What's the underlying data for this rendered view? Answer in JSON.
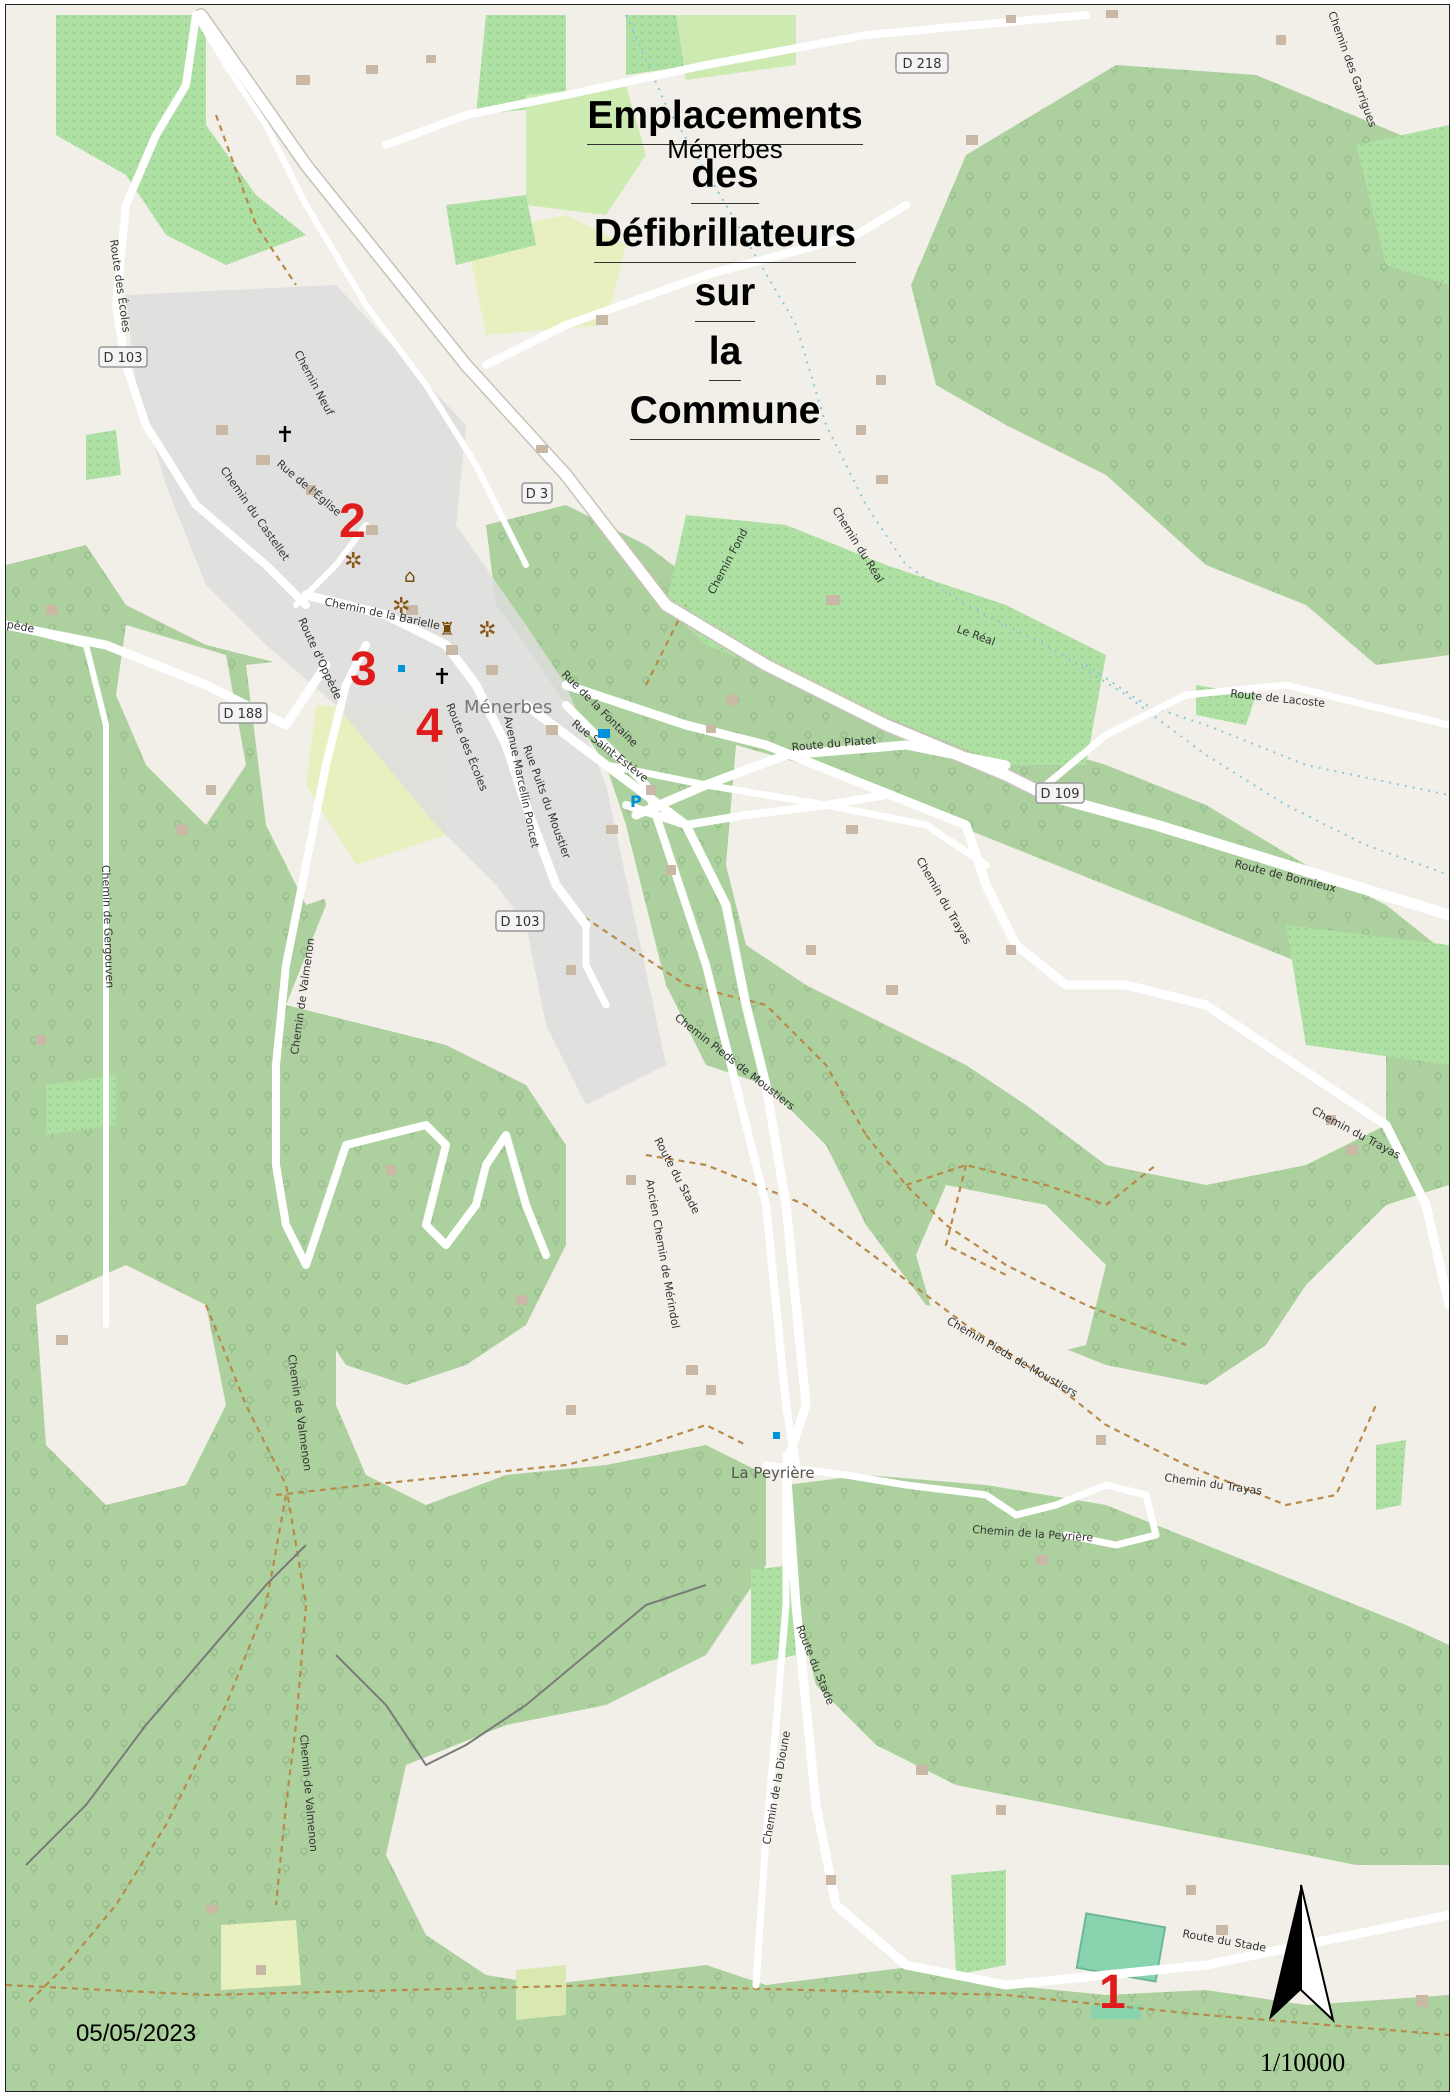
{
  "title": {
    "lines": [
      "Emplacements",
      "des",
      "Défibrillateurs",
      "sur",
      "la",
      "Commune"
    ],
    "subtitle": "Ménerbes"
  },
  "date": "05/05/2023",
  "scale": "1/10000",
  "markers": [
    {
      "id": "1",
      "label": "1"
    },
    {
      "id": "2",
      "label": "2"
    },
    {
      "id": "3",
      "label": "3"
    },
    {
      "id": "4",
      "label": "4"
    }
  ],
  "places": {
    "town": "Ménerbes",
    "hamlet": "La Peyrière"
  },
  "road_shields": {
    "d218": "D 218",
    "d103_nw": "D 103",
    "d3": "D 3",
    "d188": "D 188",
    "d109": "D 109",
    "d103_s": "D 103"
  },
  "road_labels": {
    "route_des_ecoles_nw": "Route des Écoles",
    "chemin_neuf": "Chemin Neuf",
    "rue_de_l_eglise": "Rue de l'Église",
    "chemin_du_castellet": "Chemin du Castellet",
    "chemin_de_la_barielle": "Chemin de la Barielle",
    "route_d_oppede": "Route d'Oppède",
    "oppede_left": "Oppède",
    "route_des_ecoles": "Route des Écoles",
    "avenue_marcellin_poncet": "Avenue Marcellin Poncet",
    "rue_puits_du_moustier": "Rue Puits du Moustier",
    "rue_de_la_fontaine": "Rue de la Fontaine",
    "rue_saint_esteve": "Rue Saint-Estève",
    "route_du_platet": "Route du Platet",
    "route_de_lacoste": "Route de Lacoste",
    "route_de_bonnieux": "Route de Bonnieux",
    "chemin_du_real": "Chemin du Réal",
    "le_real": "Le Réal",
    "chemin_fond": "Chemin Fond",
    "chemin_des_garrigues": "Chemin des Garrigues",
    "chemin_du_trayas_1": "Chemin du Trayas",
    "chemin_du_trayas_2": "Chemin du Trayas",
    "chemin_du_trayas_3": "Chemin du Trayas",
    "chemin_pieds_de_moustiers_1": "Chemin Pieds de Moustiers",
    "chemin_pieds_de_moustiers_2": "Chemin Pieds de Moustiers",
    "route_du_stade_1": "Route du Stade",
    "route_du_stade_2": "Route du Stade",
    "route_du_stade_3": "Route du Stade",
    "ancien_chemin_de_merindol": "Ancien Chemin de Mérindol",
    "chemin_de_valmenon_1": "Chemin de Valmenon",
    "chemin_de_valmenon_2": "Chemin de Valmenon",
    "chemin_de_valmenon_3": "Chemin de Valmenon",
    "chemin_de_gergouven": "Chemin de Gergouven",
    "chemin_de_la_peyriere": "Chemin de la Peyrière",
    "chemin_de_la_dioune": "Chemin de la Dioune"
  },
  "colors": {
    "background": "#f2efe9",
    "forest": "#add19e",
    "meadow": "#cdebb0",
    "vineyard": "#aedfa3",
    "residential": "#dddddd",
    "road": "#ffffff",
    "marker": "#e01b1b",
    "path": "#b88a4a",
    "water": "#aad3df"
  }
}
